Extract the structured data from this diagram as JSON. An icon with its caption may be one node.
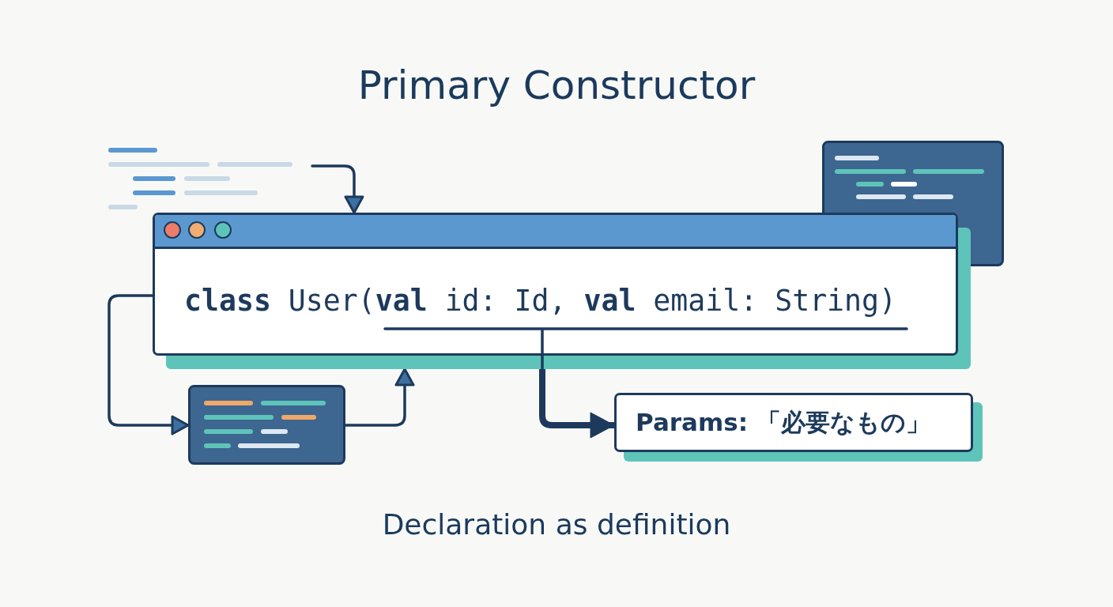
{
  "diagram": {
    "title": "Primary Constructor",
    "caption": "Declaration as definition",
    "nodes": [
      {
        "text": [
          "**class** User(**val** id: Id, **val** email: String)"
        ]
      },
      {
        "text": [],
        "shape": "box"
      },
      {
        "text": [
          "Params: 「必要なもの」"
        ]
      },
      {
        "text": [],
        "shape": "box"
      }
    ],
    "edges": [
      {
        "from": null,
        "to": 0,
        "arrow": "to"
      },
      {
        "from": 0,
        "to": 1,
        "arrow": "to"
      },
      {
        "from": 1,
        "to": 0,
        "arrow": "to"
      },
      {
        "from": 0,
        "to": 2,
        "arrow": "to",
        "style": "thick"
      }
    ]
  }
}
